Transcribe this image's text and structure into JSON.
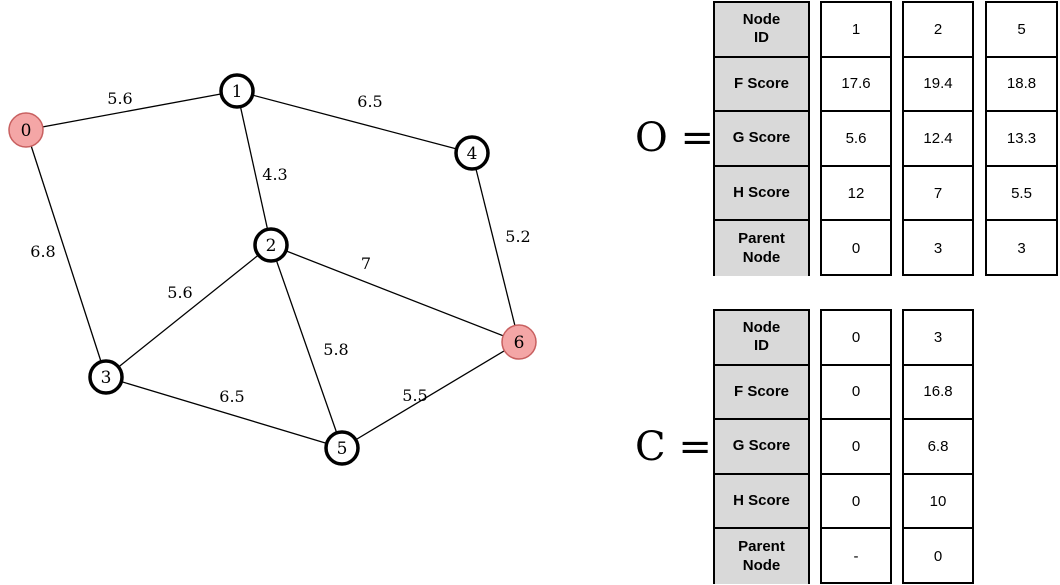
{
  "graph": {
    "nodes": [
      {
        "id": "0",
        "highlight": true
      },
      {
        "id": "1",
        "highlight": false
      },
      {
        "id": "2",
        "highlight": false
      },
      {
        "id": "3",
        "highlight": false
      },
      {
        "id": "4",
        "highlight": false
      },
      {
        "id": "5",
        "highlight": false
      },
      {
        "id": "6",
        "highlight": true
      }
    ],
    "edges": [
      {
        "from": "0",
        "to": "1",
        "weight": "5.6"
      },
      {
        "from": "1",
        "to": "4",
        "weight": "6.5"
      },
      {
        "from": "1",
        "to": "2",
        "weight": "4.3"
      },
      {
        "from": "0",
        "to": "3",
        "weight": "6.8"
      },
      {
        "from": "4",
        "to": "6",
        "weight": "5.2"
      },
      {
        "from": "2",
        "to": "6",
        "weight": "7"
      },
      {
        "from": "2",
        "to": "3",
        "weight": "5.6"
      },
      {
        "from": "2",
        "to": "5",
        "weight": "5.8"
      },
      {
        "from": "3",
        "to": "5",
        "weight": "6.5"
      },
      {
        "from": "5",
        "to": "6",
        "weight": "5.5"
      }
    ],
    "colors": {
      "highlight_fill": "#f4a6a6",
      "highlight_stroke": "#c86060",
      "node_stroke": "#000000"
    }
  },
  "open_set": {
    "symbol": "O =",
    "row_headers": [
      "Node ID",
      "F Score",
      "G Score",
      "H Score",
      "Parent Node"
    ],
    "columns": [
      [
        "1",
        "17.6",
        "5.6",
        "12",
        "0"
      ],
      [
        "2",
        "19.4",
        "12.4",
        "7",
        "3"
      ],
      [
        "5",
        "18.8",
        "13.3",
        "5.5",
        "3"
      ]
    ]
  },
  "closed_set": {
    "symbol": "C =",
    "row_headers": [
      "Node ID",
      "F Score",
      "G Score",
      "H Score",
      "Parent Node"
    ],
    "columns": [
      [
        "0",
        "0",
        "0",
        "0",
        "-"
      ],
      [
        "3",
        "16.8",
        "6.8",
        "10",
        "0"
      ]
    ]
  }
}
